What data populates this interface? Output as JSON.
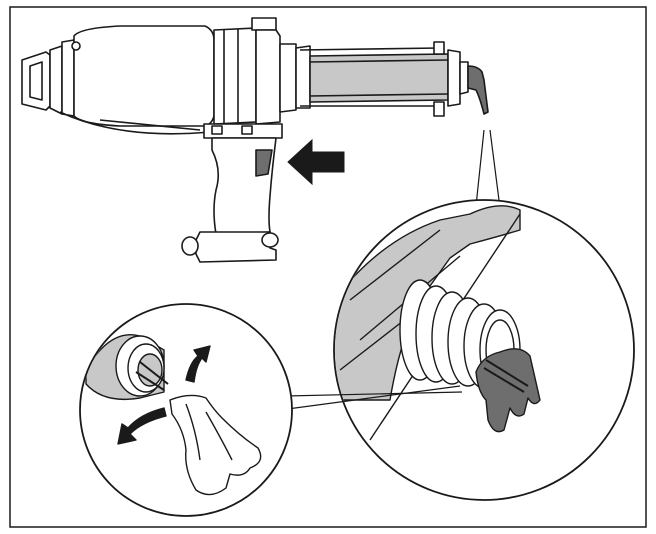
{
  "figure": {
    "description_visible_text": "",
    "colors": {
      "ink": "#1a1a1a",
      "shade": "#c8c8c8",
      "dark_shade": "#6e6e6e",
      "paper": "#ffffff"
    },
    "parts": [
      "caulking-gun",
      "trigger-grip",
      "cartridge-tube",
      "nozzle",
      "direction-arrow",
      "detail-callout-nozzle",
      "detail-callout-cleaning",
      "cleaning-cloth",
      "rotation-arrows"
    ]
  }
}
